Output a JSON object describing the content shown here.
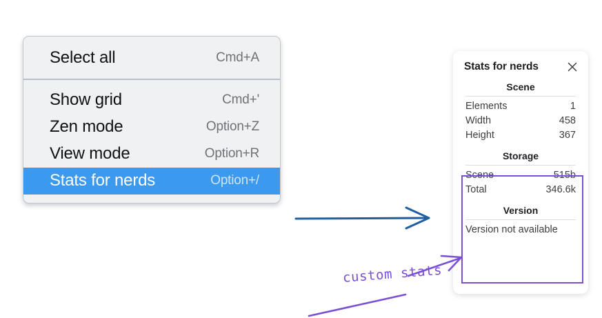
{
  "context_menu": {
    "name": "canvas-context-menu",
    "sections": [
      {
        "items": [
          {
            "label": "Select all",
            "shortcut": "Cmd+A",
            "selected": false
          }
        ]
      },
      {
        "items": [
          {
            "label": "Show grid",
            "shortcut": "Cmd+'",
            "selected": false
          },
          {
            "label": "Zen mode",
            "shortcut": "Option+Z",
            "selected": false
          },
          {
            "label": "View mode",
            "shortcut": "Option+R",
            "selected": false
          },
          {
            "label": "Stats for nerds",
            "shortcut": "Option+/",
            "selected": true
          }
        ]
      }
    ]
  },
  "stats_panel": {
    "title": "Stats for nerds",
    "close_icon": "close-icon",
    "groups": [
      {
        "heading": "Scene",
        "rows": [
          {
            "key": "Elements",
            "value": "1"
          },
          {
            "key": "Width",
            "value": "458"
          },
          {
            "key": "Height",
            "value": "367"
          }
        ]
      },
      {
        "heading": "Storage",
        "rows": [
          {
            "key": "Scene",
            "value": "515b"
          },
          {
            "key": "Total",
            "value": "346.6k"
          }
        ]
      },
      {
        "heading": "Version",
        "single": "Version not available"
      }
    ]
  },
  "annotations": {
    "handwritten_label": "custom stats",
    "arrow_blue_color": "#1f5fa0",
    "arrow_purple_color": "#7a4fd6",
    "highlight_box_color": "#7a4fd6"
  },
  "colors": {
    "menu_background": "#f0f1f3",
    "menu_selected": "#3b9aee",
    "panel_background": "#ffffff",
    "page_background": "#ffffff"
  }
}
